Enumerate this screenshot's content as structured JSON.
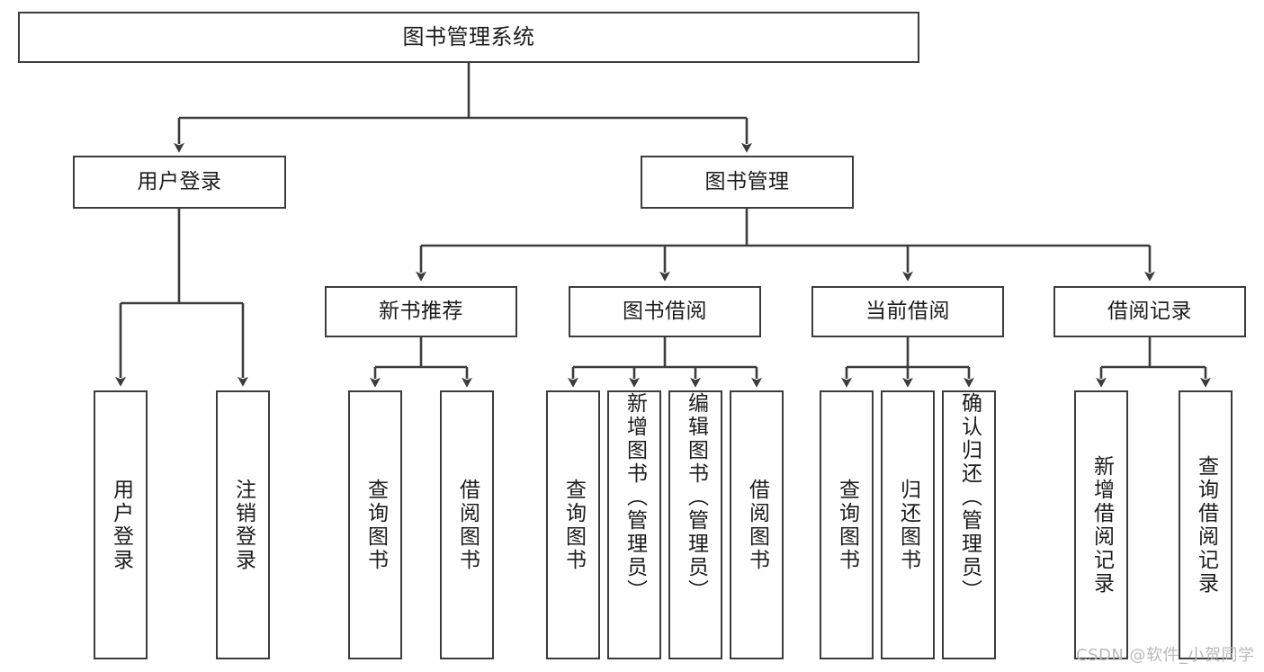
{
  "diagram": {
    "title": "图书管理系统",
    "type": "tree-hierarchy",
    "root": {
      "label": "图书管理系统"
    },
    "level2": [
      {
        "label": "用户登录"
      },
      {
        "label": "图书管理"
      }
    ],
    "level3": [
      {
        "label": "新书推荐"
      },
      {
        "label": "图书借阅"
      },
      {
        "label": "当前借阅"
      },
      {
        "label": "借阅记录"
      }
    ],
    "leaves": {
      "user_login": [
        {
          "label": "用户登录"
        },
        {
          "label": "注销登录"
        }
      ],
      "new_book_recommend": [
        {
          "label": "查询图书"
        },
        {
          "label": "借阅图书"
        }
      ],
      "book_borrow": [
        {
          "label": "查询图书"
        },
        {
          "label": "新增图书（管理员）"
        },
        {
          "label": "编辑图书（管理员）"
        },
        {
          "label": "借阅图书"
        }
      ],
      "current_borrow": [
        {
          "label": "查询图书"
        },
        {
          "label": "归还图书"
        },
        {
          "label": "确认归还（管理员）"
        }
      ],
      "borrow_record": [
        {
          "label": "新增借阅记录"
        },
        {
          "label": "查询借阅记录"
        }
      ]
    }
  },
  "watermark": {
    "text": "CSDN @软件_小贺同学"
  },
  "colors": {
    "border": "#3c3c3c",
    "background": "#ffffff",
    "text": "#1c1c1c",
    "watermark": "#b9b9b9"
  }
}
